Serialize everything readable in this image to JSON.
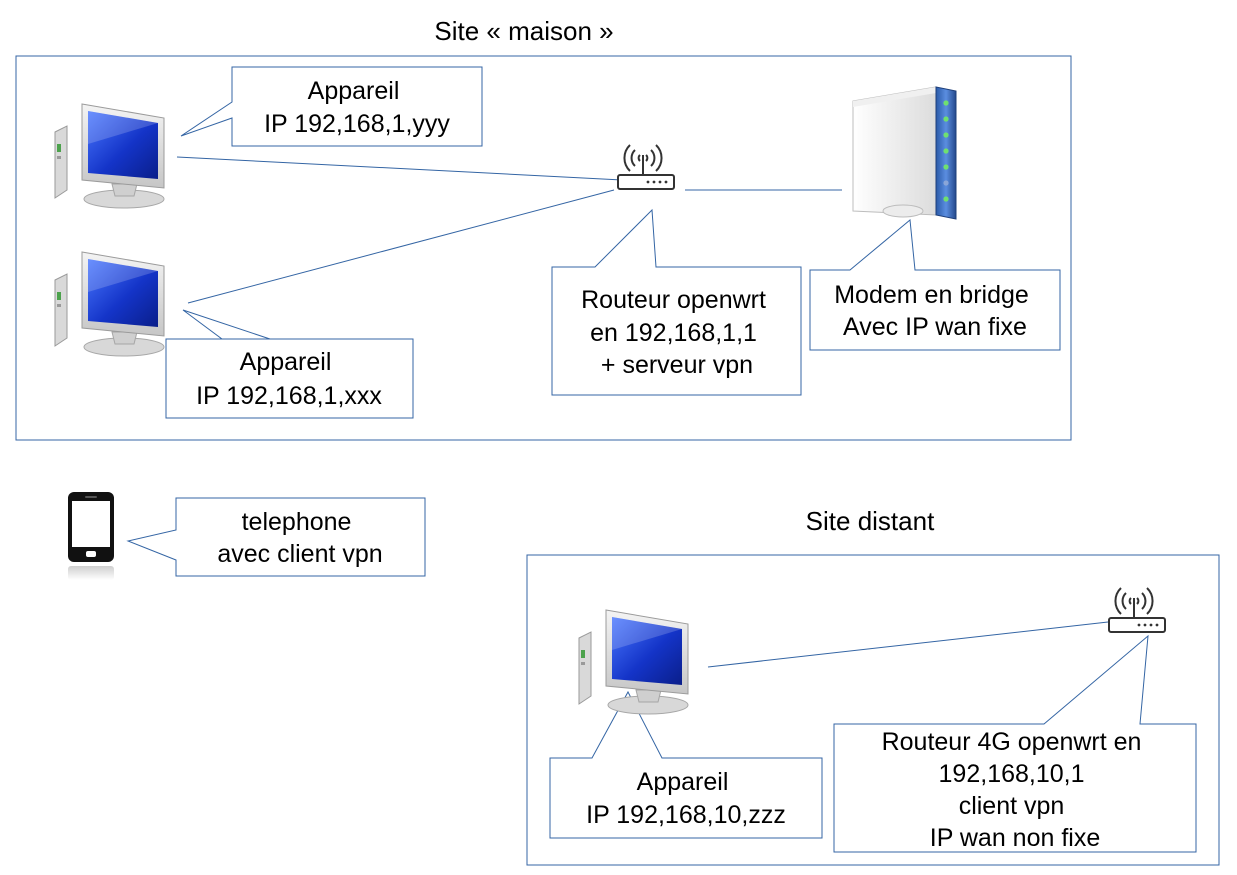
{
  "sites": [
    {
      "id": "maison",
      "title": "Site « maison »"
    },
    {
      "id": "distant",
      "title": "Site distant"
    }
  ],
  "callouts": {
    "pc1": [
      "Appareil",
      "IP 192,168,1,yyy"
    ],
    "pc2": [
      "Appareil",
      "IP 192,168,1,xxx"
    ],
    "router_home": [
      "Routeur openwrt",
      "en 192,168,1,1",
      "+ serveur vpn"
    ],
    "modem": [
      "Modem en bridge",
      "Avec IP wan fixe"
    ],
    "phone": [
      "telephone",
      "avec client vpn"
    ],
    "pc3": [
      "Appareil",
      "IP 192,168,10,zzz"
    ],
    "router_remote": [
      "Routeur  4G openwrt en",
      "192,168,10,1",
      "client vpn",
      "IP wan non fixe"
    ]
  },
  "icons": {
    "pc1": "desktop-computer-icon",
    "pc2": "desktop-computer-icon",
    "pc3": "desktop-computer-icon",
    "router_home": "wifi-router-icon",
    "router_remote": "wifi-router-icon",
    "modem": "modem-tower-icon",
    "phone": "smartphone-icon"
  },
  "colors": {
    "line": "#3465a4",
    "screen": "#1a3cc8"
  }
}
